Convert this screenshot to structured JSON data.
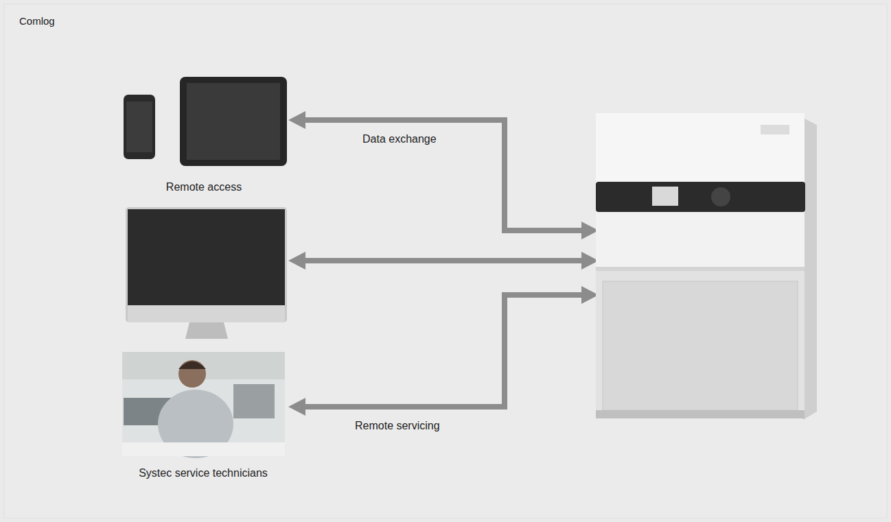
{
  "diagram": {
    "title": "Comlog",
    "labels": [
      "Remote access",
      "Data exchange",
      "Remote servicing",
      "Systec service technicians"
    ]
  }
}
